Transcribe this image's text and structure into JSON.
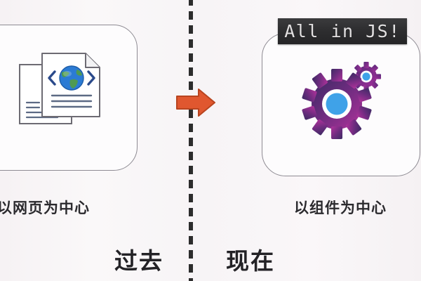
{
  "diagram": {
    "type": "before-after-comparison",
    "background_color": "#f7f4f6",
    "divider": {
      "style": "dashed-vertical",
      "color": "#2c2c2c"
    },
    "arrow": {
      "direction": "right",
      "fill_color": "#e0572f",
      "stroke_color": "#b8441f",
      "icon_name": "right-arrow-icon"
    },
    "left_panel": {
      "icon_name": "web-documents-globe-icon",
      "icon_description": "stacked document pages with a globe and angle brackets",
      "caption": "以网页为中心",
      "era_label": "过去",
      "card_border_color": "#8e8b93",
      "doc_colors": {
        "page_fill": "#ffffff",
        "page_stroke": "#6d6b73",
        "bracket_color": "#2b4a8b",
        "line_color": "#5c6a84",
        "globe_ocean": "#2b7bd4",
        "globe_land": "#4f9a52"
      }
    },
    "right_panel": {
      "badge_text": "All in JS!",
      "badge_bg_color": "#2e2e30",
      "badge_text_color": "#e3e1e2",
      "icon_name": "gears-icon",
      "icon_description": "one large and one small interlocking gear with blue hubs",
      "caption": "以组件为中心",
      "era_label": "现在",
      "card_border_color": "#8e8b93",
      "gear_colors": {
        "gradient_start": "#3d2a63",
        "gradient_end": "#b0329b",
        "hub_ring": "#ffffff",
        "hub_center": "#3fa2e8"
      }
    }
  }
}
